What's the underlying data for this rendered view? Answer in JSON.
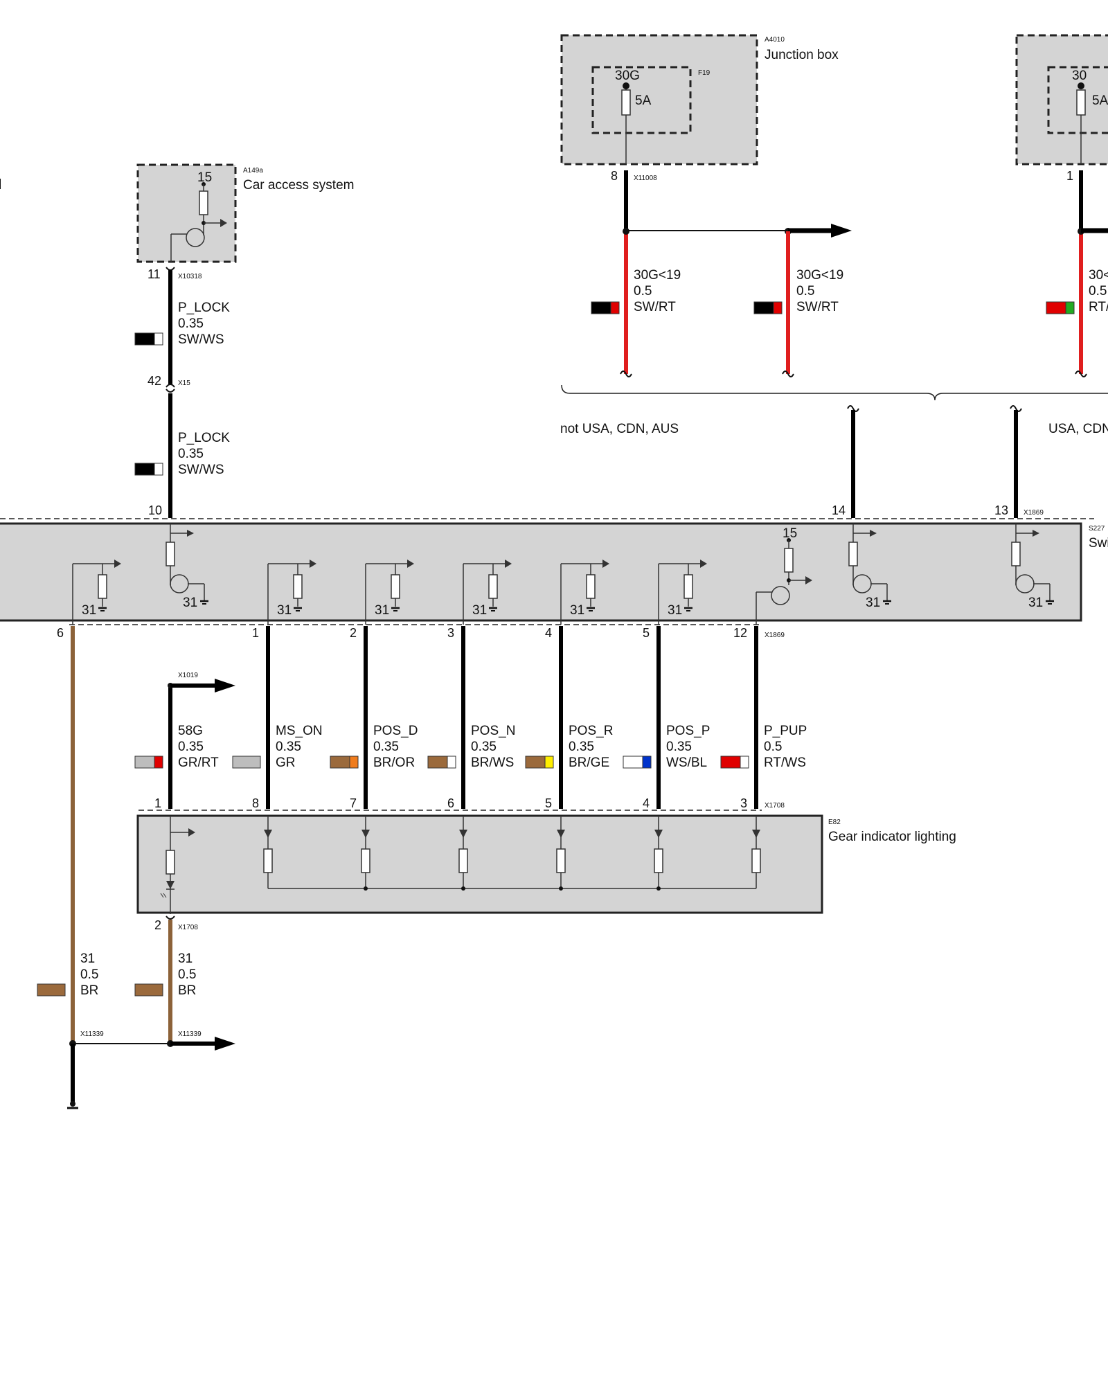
{
  "colors": {
    "module_fill": "#d4d4d4",
    "wire_black": "#000000",
    "wire_red": "#e01e1e",
    "wire_brown": "#8c6239",
    "swatch_black": "#000000",
    "swatch_white": "#ffffff",
    "swatch_red": "#e00000",
    "swatch_green": "#22aa22",
    "swatch_grey": "#bdbdbd",
    "swatch_brown": "#9b6a3c",
    "swatch_orange": "#f07c1c",
    "swatch_yellow": "#ffee00",
    "swatch_blue": "#0033cc"
  },
  "components": {
    "junction_box": {
      "code": "A4010",
      "name": "Junction box",
      "fuse_code": "F19",
      "terminal": "30G",
      "rating": "5A"
    },
    "junction_box_2": {
      "terminal": "30",
      "rating": "5A"
    },
    "car_access": {
      "code": "A149a",
      "name": "Car access system",
      "terminal": "15"
    },
    "switch": {
      "code": "S227",
      "name_visible": "Swi",
      "terminal": "15"
    },
    "gear_indicator": {
      "code": "E82",
      "name": "Gear indicator lighting"
    }
  },
  "connectors": {
    "x11008": "X11008",
    "x10318": "X10318",
    "x15": "X15",
    "x1869": "X1869",
    "x1869_bottom": "X1869",
    "x1019": "X1019",
    "x1708": "X1708",
    "x1708_bottom": "X1708",
    "x11339_a": "X11339",
    "x11339_b": "X11339"
  },
  "pins": {
    "jb_8": "8",
    "jb2_1": "1",
    "cas_11": "11",
    "x15_42": "42",
    "sw_10": "10",
    "sw_14": "14",
    "sw_13": "13",
    "sw_6": "6",
    "sw_1": "1",
    "sw_2": "2",
    "sw_3": "3",
    "sw_4": "4",
    "sw_5": "5",
    "sw_12": "12",
    "gi_1": "1",
    "gi_8": "8",
    "gi_7": "7",
    "gi_6": "6",
    "gi_5": "5",
    "gi_4": "4",
    "gi_3": "3",
    "gi_2": "2"
  },
  "ground_labels": {
    "g1": "31",
    "g2": "31",
    "g3": "31",
    "g4": "31",
    "g5": "31",
    "g6": "31",
    "g7": "31",
    "g8": "31",
    "g9": "31"
  },
  "wires": {
    "jb_a": {
      "signal": "30G<19",
      "size": "0.5",
      "color": "SW/RT"
    },
    "jb_b": {
      "signal": "30G<19",
      "size": "0.5",
      "color": "SW/RT"
    },
    "jb_c": {
      "signal": "30<",
      "size": "0.5",
      "color": "RT/"
    },
    "plock_1": {
      "signal": "P_LOCK",
      "size": "0.35",
      "color": "SW/WS"
    },
    "plock_2": {
      "signal": "P_LOCK",
      "size": "0.35",
      "color": "SW/WS"
    },
    "w58g": {
      "signal": "58G",
      "size": "0.35",
      "color": "GR/RT"
    },
    "ms_on": {
      "signal": "MS_ON",
      "size": "0.35",
      "color": "GR"
    },
    "pos_d": {
      "signal": "POS_D",
      "size": "0.35",
      "color": "BR/OR"
    },
    "pos_n": {
      "signal": "POS_N",
      "size": "0.35",
      "color": "BR/WS"
    },
    "pos_r": {
      "signal": "POS_R",
      "size": "0.35",
      "color": "BR/GE"
    },
    "pos_p": {
      "signal": "POS_P",
      "size": "0.35",
      "color": "WS/BL"
    },
    "p_pup": {
      "signal": "P_PUP",
      "size": "0.5",
      "color": "RT/WS"
    },
    "gnd_a": {
      "signal": "31",
      "size": "0.5",
      "color": "BR"
    },
    "gnd_b": {
      "signal": "31",
      "size": "0.5",
      "color": "BR"
    }
  },
  "variants": {
    "left": "not USA, CDN, AUS",
    "right": "USA, CDN"
  }
}
